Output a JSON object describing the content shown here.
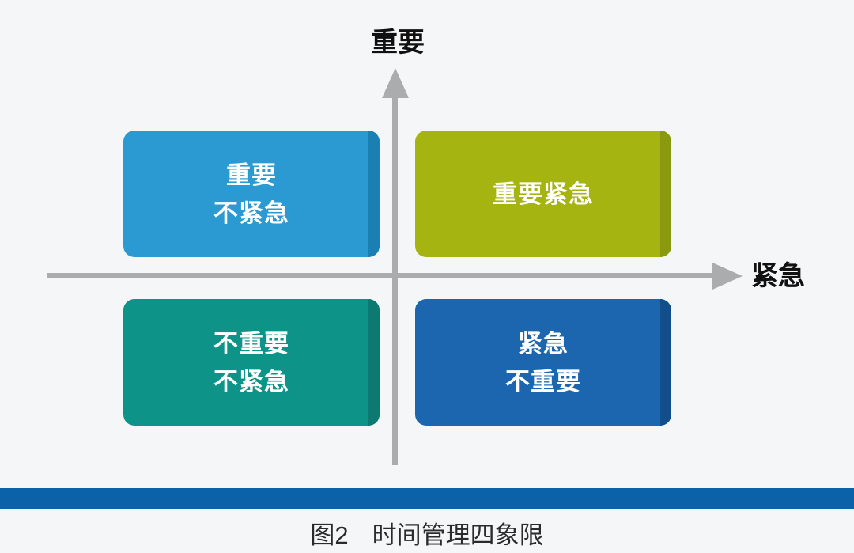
{
  "figure": {
    "background": "#f5f6f8",
    "axes": {
      "y_label": "重要",
      "x_label": "紧急",
      "line_color": "#abacae",
      "label_color": "#111111"
    },
    "quadrants": [
      {
        "lines": [
          "重要",
          "不紧急"
        ],
        "fill": "#2b9ad3",
        "edge": "#1a7fb3"
      },
      {
        "lines": [
          "重要紧急"
        ],
        "fill": "#a5b411",
        "edge": "#8a990d"
      },
      {
        "lines": [
          "不重要",
          "不紧急"
        ],
        "fill": "#0e9388",
        "edge": "#0c7a70"
      },
      {
        "lines": [
          "紧急",
          "不重要"
        ],
        "fill": "#1b66ae",
        "edge": "#124e8b"
      }
    ],
    "quadrant_text_color": "#ffffff",
    "divider_color": "#0b62a8",
    "caption": {
      "number": "图2",
      "title": "时间管理四象限",
      "color": "#2b2b2b"
    }
  }
}
